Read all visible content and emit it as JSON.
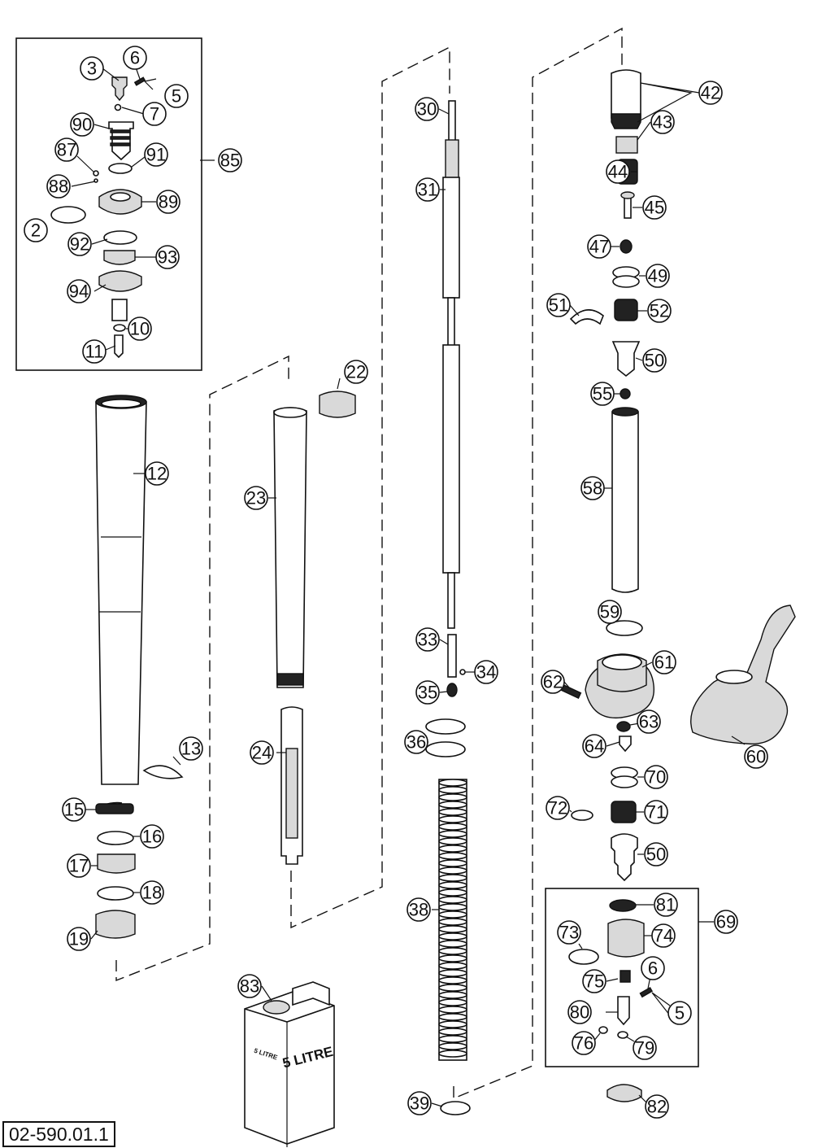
{
  "drawing_code": "02-590.01.1",
  "can_label_front": "5 LITRE",
  "can_label_side": "5 LITRE",
  "callouts": {
    "c3": "3",
    "c6a": "6",
    "c5a": "5",
    "c7": "7",
    "c90": "90",
    "c87": "87",
    "c91": "91",
    "c85": "85",
    "c88": "88",
    "c89": "89",
    "c2": "2",
    "c92": "92",
    "c93": "93",
    "c94": "94",
    "c10": "10",
    "c11": "11",
    "c12": "12",
    "c13": "13",
    "c15": "15",
    "c16": "16",
    "c17": "17",
    "c18": "18",
    "c19": "19",
    "c22": "22",
    "c23": "23",
    "c24": "24",
    "c30": "30",
    "c31": "31",
    "c33": "33",
    "c34": "34",
    "c35": "35",
    "c36": "36",
    "c38": "38",
    "c39": "39",
    "c83": "83",
    "c42": "42",
    "c43": "43",
    "c44": "44",
    "c45": "45",
    "c47": "47",
    "c49": "49",
    "c51": "51",
    "c52": "52",
    "c50a": "50",
    "c55": "55",
    "c58": "58",
    "c59": "59",
    "c61": "61",
    "c62": "62",
    "c63": "63",
    "c60": "60",
    "c64": "64",
    "c70": "70",
    "c72": "72",
    "c71": "71",
    "c50b": "50",
    "c81": "81",
    "c69": "69",
    "c73": "73",
    "c74": "74",
    "c6b": "6",
    "c75": "75",
    "c80": "80",
    "c5b": "5",
    "c76": "76",
    "c79": "79",
    "c82": "82"
  }
}
